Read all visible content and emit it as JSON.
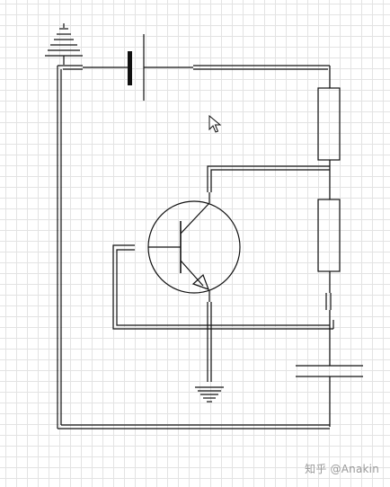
{
  "watermark": {
    "text": "知乎 @Anakin"
  },
  "colors": {
    "wire": "#111111",
    "grid": "#e3e3e3",
    "background": "#ffffff",
    "watermark": "#9a9a9a"
  },
  "icons": {
    "cursor": "mouse-pointer-icon"
  },
  "components": [
    "ground",
    "battery",
    "resistor",
    "resistor",
    "npn-transistor",
    "ground",
    "capacitor"
  ]
}
